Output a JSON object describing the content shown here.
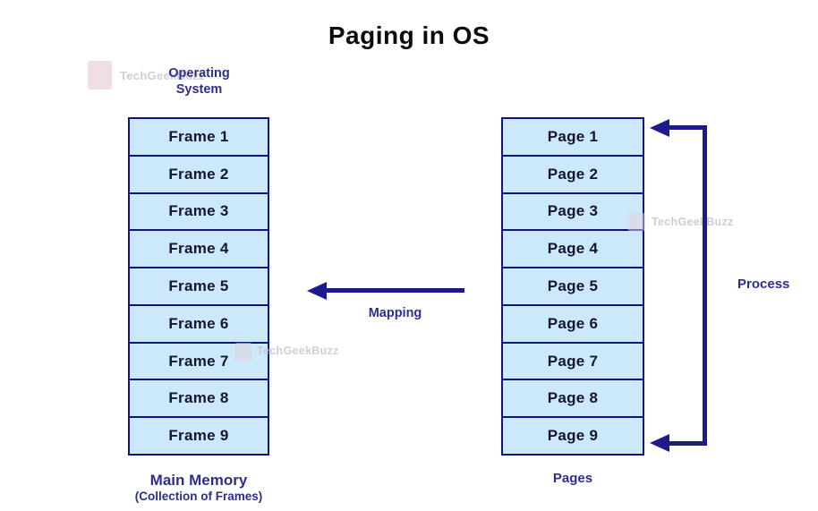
{
  "title": "Paging in OS",
  "memory": {
    "heading": "Operating System",
    "rows": [
      "Frame 1",
      "Frame 2",
      "Frame 3",
      "Frame 4",
      "Frame 5",
      "Frame 6",
      "Frame 7",
      "Frame 8",
      "Frame 9"
    ],
    "caption": "Main Memory",
    "caption_sub": "(Collection of Frames)"
  },
  "process": {
    "rows": [
      "Page 1",
      "Page 2",
      "Page 3",
      "Page 4",
      "Page 5",
      "Page 6",
      "Page 7",
      "Page 8",
      "Page 9"
    ],
    "caption": "Pages",
    "side_label": "Process"
  },
  "mapping": {
    "label": "Mapping"
  },
  "watermark": {
    "text": "TechGeekBuzz"
  },
  "colors": {
    "cell_fill": "#cbe9fa",
    "table_border": "#13137e",
    "cell_text": "#15152e",
    "label_navy": "#2e2e8f",
    "arrow_navy": "#1b1b8c",
    "title_black": "#0c0c0c"
  }
}
